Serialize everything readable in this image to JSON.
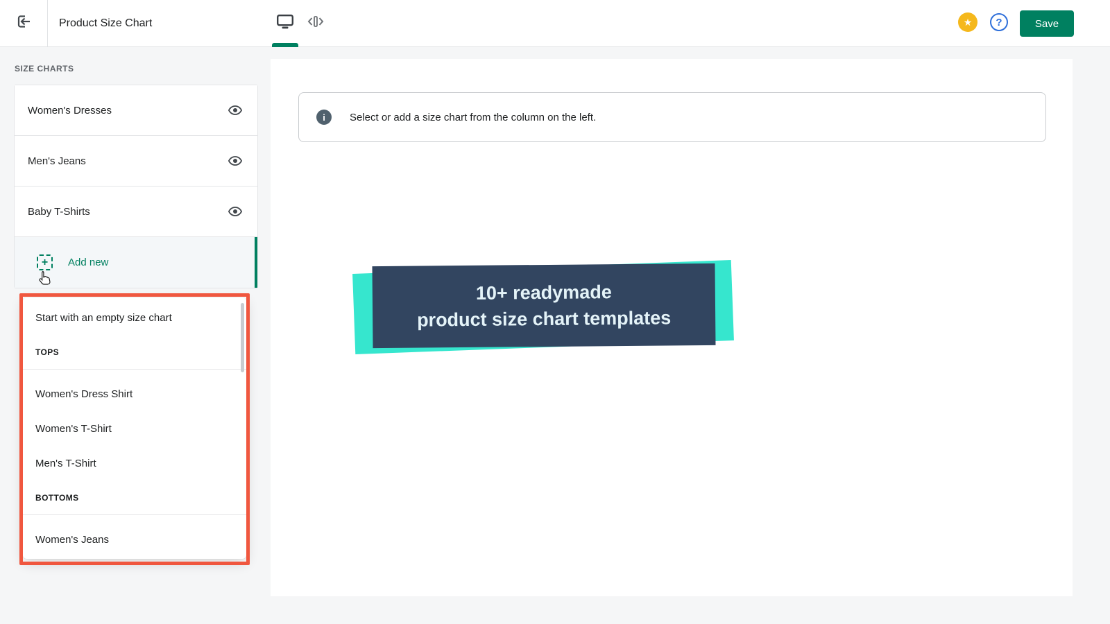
{
  "topbar": {
    "title": "Product Size Chart",
    "save_label": "Save",
    "star_glyph": "★",
    "help_glyph": "?"
  },
  "sidebar": {
    "heading": "SIZE CHARTS",
    "items": [
      {
        "label": "Women's Dresses"
      },
      {
        "label": "Men's Jeans"
      },
      {
        "label": "Baby T-Shirts"
      }
    ],
    "add_new": {
      "label": "Add new",
      "plus_glyph": "+"
    }
  },
  "dropdown": {
    "empty_option": "Start with an empty size chart",
    "sections": [
      {
        "header": "TOPS",
        "items": [
          "Women's Dress Shirt",
          "Women's T-Shirt",
          "Men's T-Shirt"
        ]
      },
      {
        "header": "BOTTOMS",
        "items": [
          "Women's Jeans"
        ]
      }
    ]
  },
  "main": {
    "info": {
      "glyph": "i",
      "text": "Select or add a size chart from the column on the left."
    },
    "promo": {
      "line1": "10+ readymade",
      "line2": "product size chart templates"
    }
  },
  "colors": {
    "accent_green": "#008060",
    "highlight_red": "#f0573f",
    "teal": "#36e6ce",
    "navy": "#324560",
    "star_yellow": "#f5b81c",
    "help_blue": "#2e6fda"
  }
}
